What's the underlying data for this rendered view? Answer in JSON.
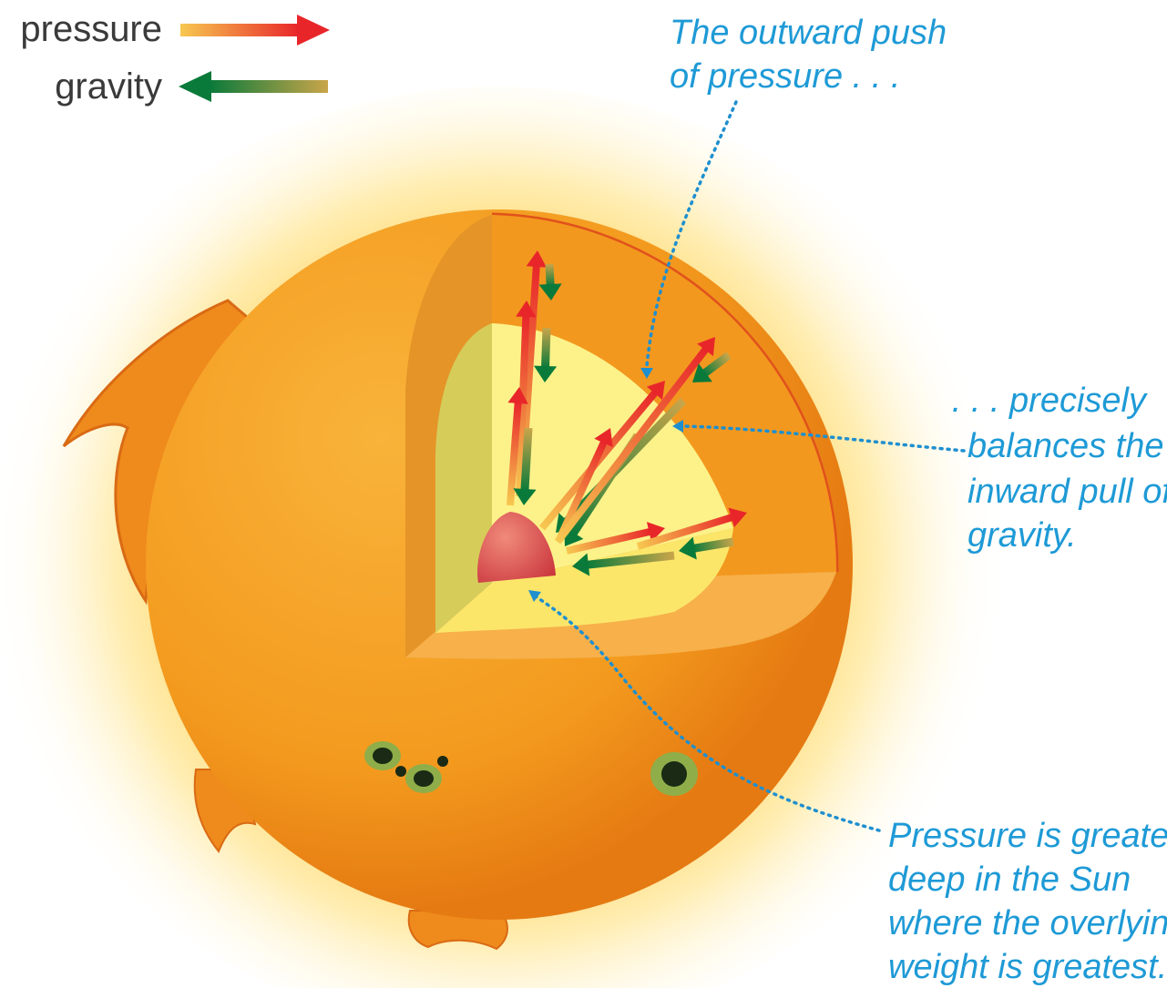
{
  "legend": {
    "pressure_label": "pressure",
    "gravity_label": "gravity"
  },
  "annotations": {
    "outward_push": [
      "The outward push",
      "of pressure . . ."
    ],
    "balances": [
      ". . . precisely",
      "balances the",
      "inward pull of",
      "gravity."
    ],
    "greatest": [
      "Pressure is greatest",
      "deep in the Sun",
      "where the overlying",
      "weight is greatest."
    ]
  },
  "colors": {
    "pressure_start": "#f7c850",
    "pressure_end": "#e8262a",
    "gravity_start": "#c9a54a",
    "gravity_end": "#0a7a3a",
    "sun_body": "#f39a1e",
    "core_layer": "#fdf28a",
    "center_core": "#c8323a",
    "annotation": "#1e9ad6"
  },
  "icons": {
    "pressure_arrow": "arrow-right-icon",
    "gravity_arrow": "arrow-left-icon"
  }
}
